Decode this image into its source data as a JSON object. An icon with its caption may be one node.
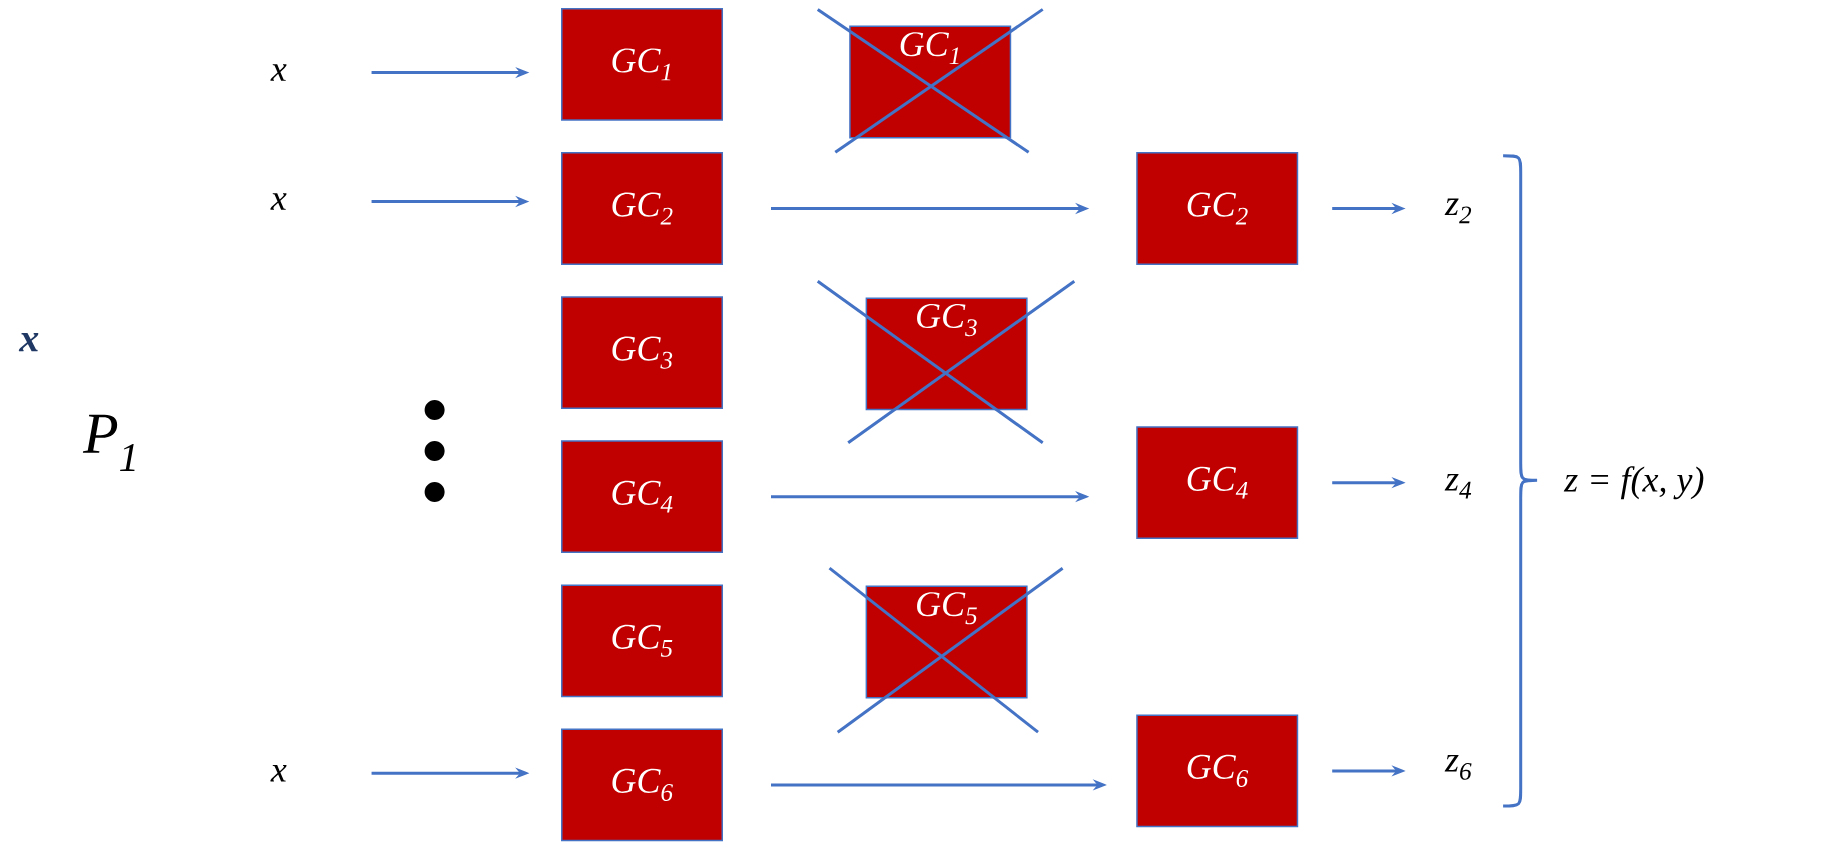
{
  "diagram": {
    "nodes": [
      {
        "text": [
          "x"
        ]
      },
      {
        "text": [
          "x"
        ]
      },
      {
        "text": [
          "x"
        ]
      },
      {
        "text": [
          "GC$_{1}$"
        ]
      },
      {
        "text": [
          "GC$_{2}$"
        ]
      },
      {
        "text": [
          "GC$_{3}$"
        ]
      },
      {
        "text": [
          "GC$_{4}$"
        ]
      },
      {
        "text": [
          "GC$_{5}$"
        ]
      },
      {
        "text": [
          "GC$_{6}$"
        ]
      },
      {
        "text": [
          "GC$_{1}$"
        ]
      },
      {
        "text": [
          "GC$_{3}$"
        ]
      },
      {
        "text": [
          "GC$_{5}$"
        ]
      },
      {
        "text": [
          "GC$_{2}$"
        ]
      },
      {
        "text": [
          "GC$_{4}$"
        ]
      },
      {
        "text": [
          "GC$_{6}$"
        ]
      },
      {
        "text": [
          "z$_{2}$"
        ]
      },
      {
        "text": [
          "z$_{4}$"
        ]
      },
      {
        "text": [
          "z$_{6}$"
        ]
      }
    ],
    "edges": [
      {
        "from": 0,
        "to": 3,
        "arrow": "to"
      },
      {
        "from": 1,
        "to": 4,
        "arrow": "to"
      },
      {
        "from": 2,
        "to": 8,
        "arrow": "to"
      },
      {
        "from": 4,
        "to": 12,
        "arrow": "to"
      },
      {
        "from": 6,
        "to": 13,
        "arrow": "to"
      },
      {
        "from": 8,
        "to": 14,
        "arrow": "to"
      },
      {
        "from": 12,
        "to": 15,
        "arrow": "to"
      },
      {
        "from": 13,
        "to": 16,
        "arrow": "to"
      },
      {
        "from": 14,
        "to": 17,
        "arrow": "to"
      }
    ],
    "labels": [
      "x",
      "P$_{1}$",
      "z = f(x, y)"
    ]
  }
}
